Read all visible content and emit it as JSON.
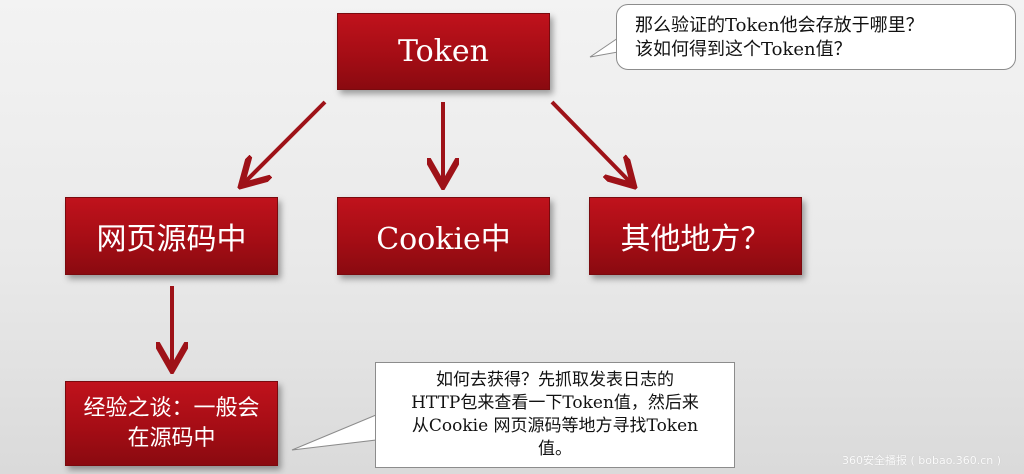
{
  "nodes": {
    "token": "Token",
    "source_code": "网页源码中",
    "cookie": "Cookie中",
    "other": "其他地方？",
    "experience": "经验之谈：一般会在源码中"
  },
  "callouts": {
    "top_line1": "那么验证的Token他会存放于哪里？",
    "top_line2": "该如何得到这个Token值？",
    "bottom_line1": "如何去获得？先抓取发表日志的",
    "bottom_line2": "HTTP包来查看一下Token值，然后来",
    "bottom_line3": "从Cookie 网页源码等地方寻找Token",
    "bottom_line4": "值。"
  },
  "watermark": "360安全播报 ( bobao.360.cn )",
  "colors": {
    "node_fill": "#a50d15",
    "arrow": "#9e1218",
    "callout_border": "#8c8c8c"
  }
}
